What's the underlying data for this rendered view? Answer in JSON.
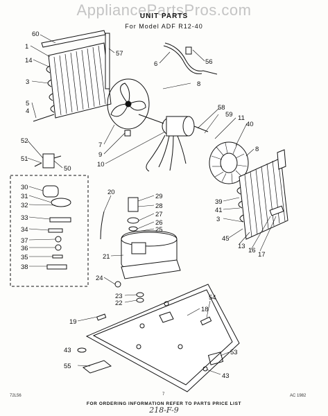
{
  "watermark": "AppliancePartsPros.com",
  "header": {
    "title": "UNIT PARTS",
    "model": "For Model ADF R12-40"
  },
  "footer": {
    "note": "FOR ORDERING INFORMATION REFER TO PARTS PRICE LIST",
    "page_number": "7",
    "left_code": "72L56",
    "right_code": "AC 1982",
    "handwritten": "218-F-9"
  },
  "callouts": [
    "60",
    "57",
    "1",
    "14",
    "3",
    "5",
    "4",
    "7",
    "9",
    "10",
    "6",
    "56",
    "8",
    "58",
    "59",
    "11",
    "40",
    "8",
    "52",
    "51",
    "50",
    "30",
    "31",
    "32",
    "33",
    "34",
    "37",
    "36",
    "35",
    "38",
    "20",
    "29",
    "28",
    "27",
    "26",
    "25",
    "21",
    "24",
    "23",
    "22",
    "19",
    "18",
    "54",
    "39",
    "41",
    "3",
    "45",
    "13",
    "16",
    "17",
    "43",
    "55",
    "53",
    "43"
  ]
}
